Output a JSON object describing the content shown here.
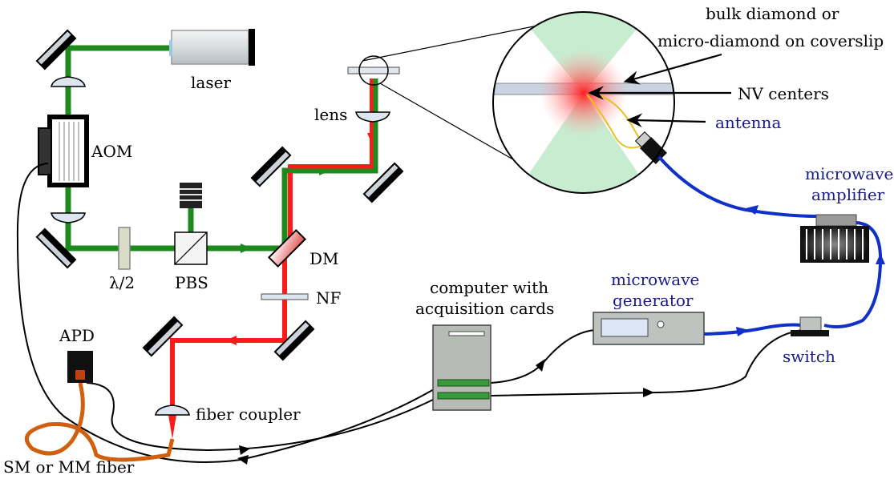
{
  "colors": {
    "green_beam": "#1e8a1e",
    "red_beam": "#ff1a1a",
    "microwave_cable": "#1030c8",
    "signal_cable": "#000000",
    "fiber": "#d06010",
    "blue_label": "#1a1a8c",
    "acquisition_card": "#3a9a3a"
  },
  "labels": {
    "laser": "laser",
    "aom": "AOM",
    "half_wave": "λ/2",
    "pbs": "PBS",
    "lens": "lens",
    "dm": "DM",
    "nf": "NF",
    "apd": "APD",
    "fiber_coupler": "fiber coupler",
    "fiber": "SM or MM fiber",
    "computer_line1": "computer with",
    "computer_line2": "acquisition cards",
    "mw_generator_line1": "microwave",
    "mw_generator_line2": "generator",
    "mw_amplifier_line1": "microwave",
    "mw_amplifier_line2": "amplifier",
    "switch": "switch",
    "sample_line1": "bulk diamond or",
    "sample_line2": "micro-diamond on coverslip",
    "nv_centers": "NV centers",
    "antenna": "antenna"
  },
  "icons": {
    "mirror": "mirror-icon",
    "lens": "lens-icon",
    "laser": "laser-icon",
    "aom": "aom-icon",
    "beam_dump": "beam-dump-icon",
    "computer": "computer-tower-icon",
    "generator": "signal-generator-icon",
    "amplifier": "amplifier-icon",
    "switch": "switch-icon",
    "apd": "photodiode-icon"
  }
}
